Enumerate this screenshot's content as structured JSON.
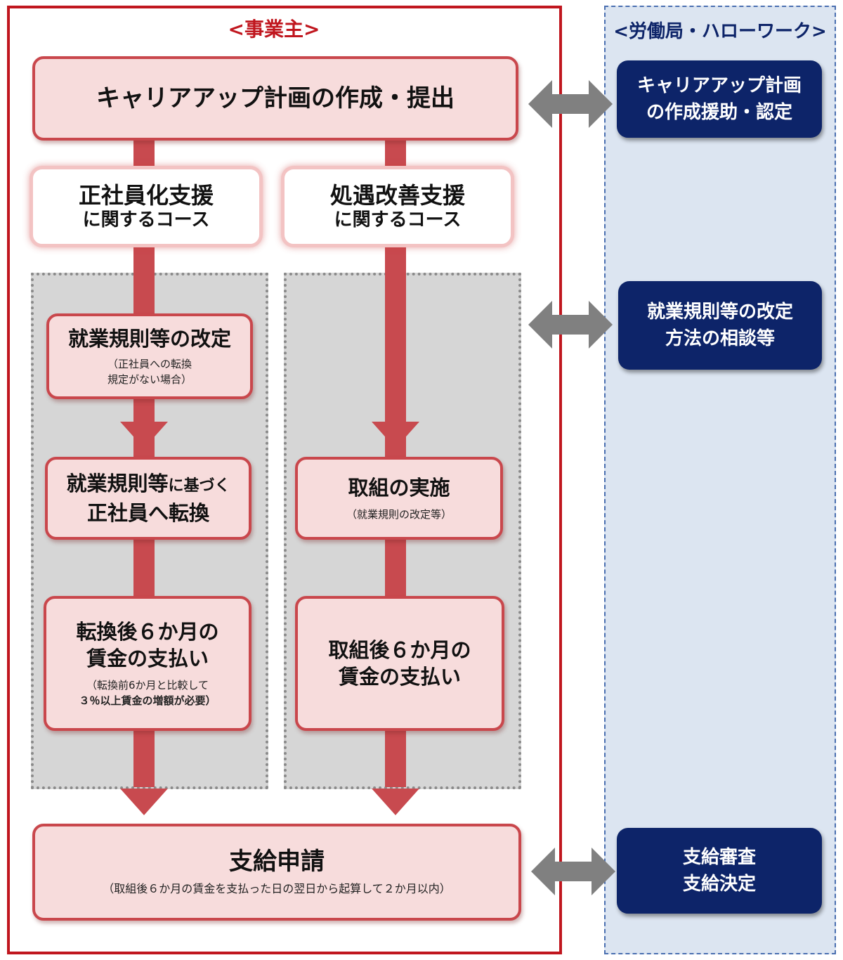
{
  "employer": {
    "title": "<事業主>"
  },
  "bureau": {
    "title": "<労働局・ハローワーク>",
    "box1": [
      "キャリアアップ計画",
      "の作成援助・認定"
    ],
    "box2": [
      "就業規則等の改定",
      "方法の相談等"
    ],
    "box3": [
      "支給審査",
      "支給決定"
    ]
  },
  "plan": {
    "label": "キャリアアップ計画の作成・提出"
  },
  "course_left": {
    "line1": "正社員化支援",
    "line2": "に関するコース"
  },
  "course_right": {
    "line1": "処遇改善支援",
    "line2": "に関するコース"
  },
  "left_steps": {
    "rules_revision": {
      "title": "就業規則等の改定",
      "note1": "（正社員への転換",
      "note2": "規定がない場合）"
    },
    "conversion": {
      "line1_main": "就業規則等",
      "line1_small": "に基づく",
      "line2": "正社員へ転換"
    },
    "wage": {
      "line1": "転換後６か月の",
      "line2": "賃金の支払い",
      "note1": "（転換前6か月と比較して",
      "note2": "３％以上賃金の増額が必要）"
    }
  },
  "right_steps": {
    "implementation": {
      "title": "取組の実施",
      "note": "（就業規則の改定等）"
    },
    "wage": {
      "line1": "取組後６か月の",
      "line2": "賃金の支払い"
    }
  },
  "application": {
    "title": "支給申請",
    "note": "（取組後６か月の賃金を支払った日の翌日から起算して２か月以内）"
  },
  "colors": {
    "employer_border": "#c0161e",
    "pink_fill": "#f7dcdc",
    "arrow_red": "#c84a4f",
    "navy": "#0d2469",
    "bureau_bg": "#dce5f1",
    "double_arrow_gray": "#808080"
  }
}
